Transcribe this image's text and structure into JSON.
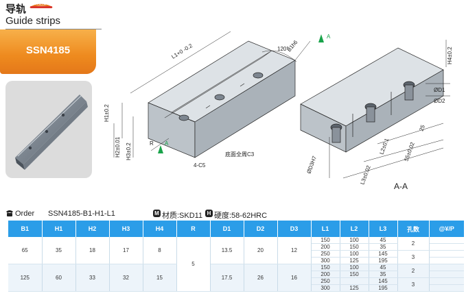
{
  "header": {
    "title_cn": "导轨",
    "brand_logo_text": "STRACK",
    "title_en": "Guide strips"
  },
  "model": {
    "code": "SSN4185"
  },
  "drawing": {
    "dim_L1": "L1+0 -0.2",
    "dim_B1": "B1h6",
    "dim_angle": "120°",
    "dim_H1": "H1±0.2",
    "dim_H2": "H2±0.01",
    "dim_H3": "H3±0.2",
    "dim_R": "R",
    "section_mark": "A",
    "note_c5": "4-C5",
    "note_c3": "底面全周C3",
    "dim_H4": "H4±0.2",
    "dim_D1": "ØD1",
    "dim_D2": "ØD2",
    "dim_25": "25",
    "dim_L2": "L2±0.1",
    "dim_55": "55±0.02",
    "dim_D3": "ØD3H7",
    "dim_L3": "L3±0.02",
    "section_label": "A-A"
  },
  "order": {
    "label": "Order",
    "code": "SSN4185-B1-H1-L1",
    "material_badge": "M",
    "material_text": "材质:SKD11",
    "hardness_badge": "H",
    "hardness_text": "硬度:58-62HRC"
  },
  "table": {
    "headers": [
      "B1",
      "H1",
      "H2",
      "H3",
      "H4",
      "R",
      "D1",
      "D2",
      "D3",
      "L1",
      "L2",
      "L3",
      "孔数",
      "@¥/P"
    ],
    "groups": [
      {
        "B1": "65",
        "H1": "35",
        "H2": "18",
        "H3": "17",
        "H4": "8",
        "D1": "13.5",
        "D2": "20",
        "D3": "12",
        "L1": [
          "150",
          "200",
          "250",
          "300"
        ],
        "L2": [
          "100",
          "150",
          "100",
          "125"
        ],
        "L3": [
          "45",
          "35",
          "145",
          "195"
        ],
        "holes": [
          "2",
          "3"
        ]
      },
      {
        "B1": "125",
        "H1": "60",
        "H2": "33",
        "H3": "32",
        "H4": "15",
        "D1": "17.5",
        "D2": "26",
        "D3": "16",
        "L1": [
          "150",
          "200",
          "250",
          "300"
        ],
        "L2": [
          "100",
          "150",
          "",
          "125"
        ],
        "L3": [
          "45",
          "35",
          "145",
          "195"
        ],
        "holes": [
          "2",
          "3"
        ]
      }
    ],
    "R_shared": "5"
  }
}
